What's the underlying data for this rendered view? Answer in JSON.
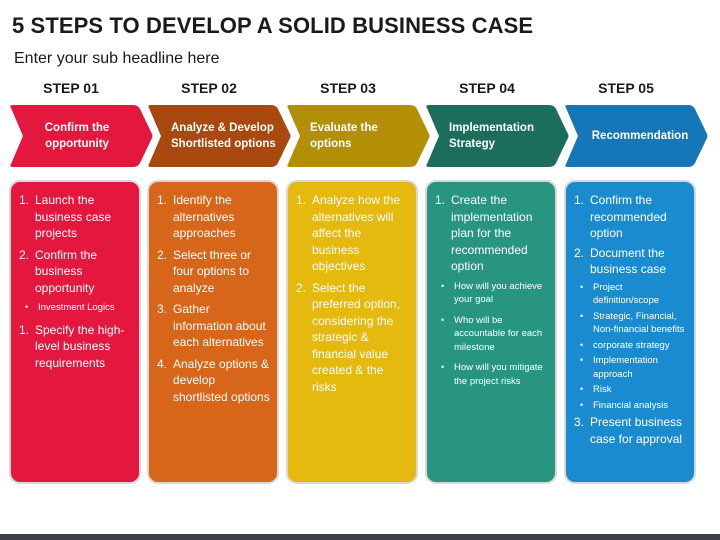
{
  "title": "5 STEPS TO DEVELOP A SOLID BUSINESS CASE",
  "subtitle": "Enter your sub headline here",
  "steps": [
    {
      "label": "STEP 01",
      "heading": "Confirm the opportunity",
      "color": "#e4173f",
      "items": [
        {
          "type": "num",
          "marker": "1.",
          "text": "Launch the business case projects"
        },
        {
          "type": "num",
          "marker": "2.",
          "text": "Confirm the business opportunity"
        },
        {
          "type": "bullet",
          "marker": "•",
          "text": "Investment Logics"
        },
        {
          "type": "num",
          "marker": "1.",
          "text": "Specify the high-level business requirements"
        }
      ]
    },
    {
      "label": "STEP 02",
      "heading": "Analyze & Develop Shortlisted options",
      "color": "#d8661a",
      "items": [
        {
          "type": "num",
          "marker": "1.",
          "text": "Identify the alternatives approaches"
        },
        {
          "type": "num",
          "marker": "2.",
          "text": "Select three or four options to analyze"
        },
        {
          "type": "num",
          "marker": "3.",
          "text": "Gather information about each alternatives"
        },
        {
          "type": "num",
          "marker": "4.",
          "text": "Analyze options & develop shortlisted options"
        }
      ]
    },
    {
      "label": "STEP 03",
      "heading": "Evaluate the options",
      "color": "#e6b90f",
      "items": [
        {
          "type": "num",
          "marker": "1.",
          "text": "Analyze how the alternatives will affect the business objectives"
        },
        {
          "type": "num",
          "marker": "2.",
          "text": "Select the preferred option, considering the strategic & financial value created & the risks"
        }
      ]
    },
    {
      "label": "STEP 04",
      "heading": "Implementation Strategy",
      "color": "#27957f",
      "items": [
        {
          "type": "num",
          "marker": "1.",
          "text": "Create the implementation plan for the recommended option"
        },
        {
          "type": "bullet",
          "marker": "•",
          "text": "How will you achieve your goal"
        },
        {
          "type": "bullet",
          "marker": "•",
          "text": "Who will be accountable for each milestone"
        },
        {
          "type": "bullet",
          "marker": "•",
          "text": "How will you mitigate the project risks"
        }
      ]
    },
    {
      "label": "STEP 05",
      "heading": "Recommendation",
      "color": "#1b8bd0",
      "items": [
        {
          "type": "num",
          "marker": "1.",
          "text": "Confirm the recommended option"
        },
        {
          "type": "num",
          "marker": "2.",
          "text": "Document the business case"
        },
        {
          "type": "bullet",
          "marker": "•",
          "text": "Project definition/scope"
        },
        {
          "type": "bullet",
          "marker": "•",
          "text": "Strategic, Financial, Non-financial benefits"
        },
        {
          "type": "bullet",
          "marker": "•",
          "text": "corporate strategy"
        },
        {
          "type": "bullet",
          "marker": "•",
          "text": "Implementation approach"
        },
        {
          "type": "bullet",
          "marker": "•",
          "text": "Risk"
        },
        {
          "type": "bullet",
          "marker": "•",
          "text": "Financial analysis"
        },
        {
          "type": "num",
          "marker": "3.",
          "text": "Present business case for approval"
        }
      ]
    }
  ]
}
